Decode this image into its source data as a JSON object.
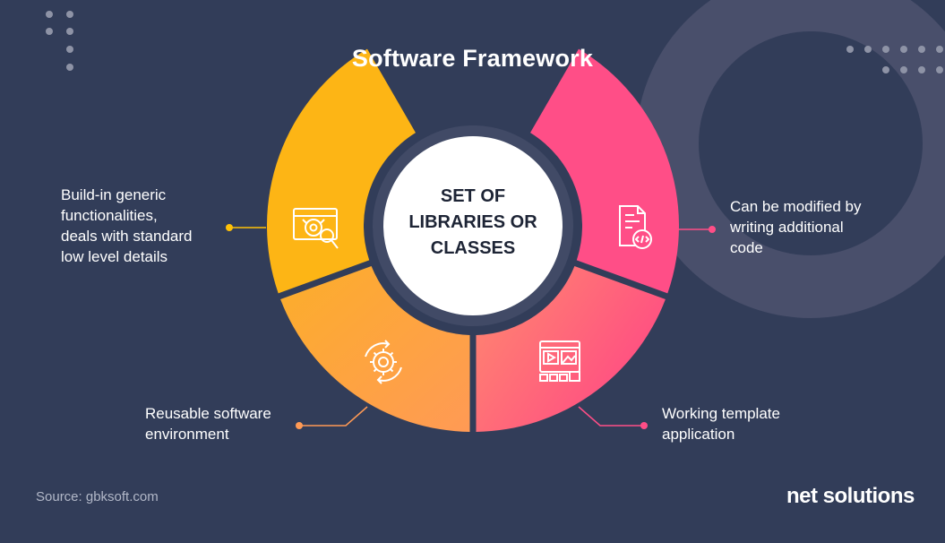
{
  "title": "Software Framework",
  "center": {
    "text": "SET OF\nLIBRARIES OR\nCLASSES"
  },
  "segments": [
    {
      "text": "Build-in generic\nfunctionalities,\ndeals with standard\nlow level details",
      "icon": "gear-magnifier-icon",
      "color_from": "#fdb515",
      "color_to": "#fdb515",
      "dot_color": "#ffc107"
    },
    {
      "text": "Can be modified by\nwriting additional\ncode",
      "icon": "code-document-icon",
      "color_from": "#ff4e87",
      "color_to": "#ff4e87",
      "dot_color": "#ff4e87"
    },
    {
      "text": "Reusable software\nenvironment",
      "icon": "gear-cycle-icon",
      "color_from": "#fcae2a",
      "color_to": "#ff9a55",
      "dot_color": "#ff9a55"
    },
    {
      "text": "Working template\napplication",
      "icon": "template-window-icon",
      "color_from": "#ff8a6e",
      "color_to": "#ff4a84",
      "dot_color": "#ff4e87"
    }
  ],
  "source": "Source: gbksoft.com",
  "brand": {
    "logo_text": "net solutions"
  },
  "colors": {
    "background": "#323d59",
    "ring": "#414a66",
    "decor_circle": "#494f6b",
    "dots": "#8e93a6",
    "center_fill": "#ffffff"
  }
}
